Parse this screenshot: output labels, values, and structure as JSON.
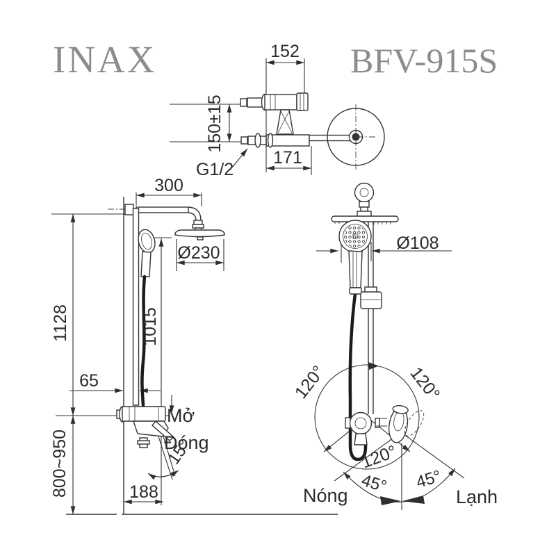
{
  "header": {
    "brand": "INAX",
    "model": "BFV-915S"
  },
  "colors": {
    "line": "#333333",
    "dim_text": "#2b2b2b",
    "logo_text": "#8c8c8c",
    "background": "#ffffff"
  },
  "top_view": {
    "width_top": "152",
    "center_distance": "150±15",
    "width_bottom": "171",
    "thread_size": "G1/2"
  },
  "side_view": {
    "arm_length": "300",
    "rain_head_diameter": "Ø230",
    "total_height": "1128",
    "riser_height": "1015",
    "wall_offset": "65",
    "install_height": "800~950",
    "base_depth": "188",
    "open_label": "Mở",
    "close_label": "Đóng",
    "lever_tilt_angle": "15°"
  },
  "front_view": {
    "hand_shower_diameter": "Ø108",
    "rotation_angle_left": "120°",
    "rotation_angle_right": "120°",
    "rotation_angle_bottom": "120°",
    "handle_angle_left": "45°",
    "handle_angle_right": "45°",
    "hot_label": "Nóng",
    "cold_label": "Lạnh"
  }
}
